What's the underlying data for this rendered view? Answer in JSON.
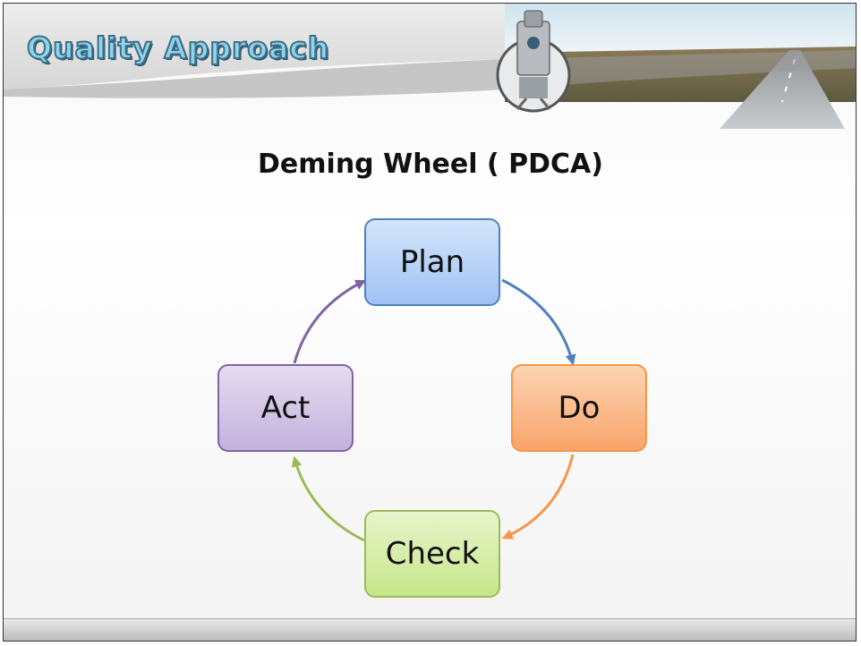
{
  "header": {
    "title": "Quality Approach"
  },
  "diagram": {
    "title": "Deming Wheel ( PDCA)",
    "nodes": {
      "plan": "Plan",
      "do": "Do",
      "check": "Check",
      "act": "Act"
    },
    "colors": {
      "plan": "#4f81bd",
      "do": "#f79646",
      "check": "#9bbb59",
      "act": "#8064a2"
    }
  }
}
